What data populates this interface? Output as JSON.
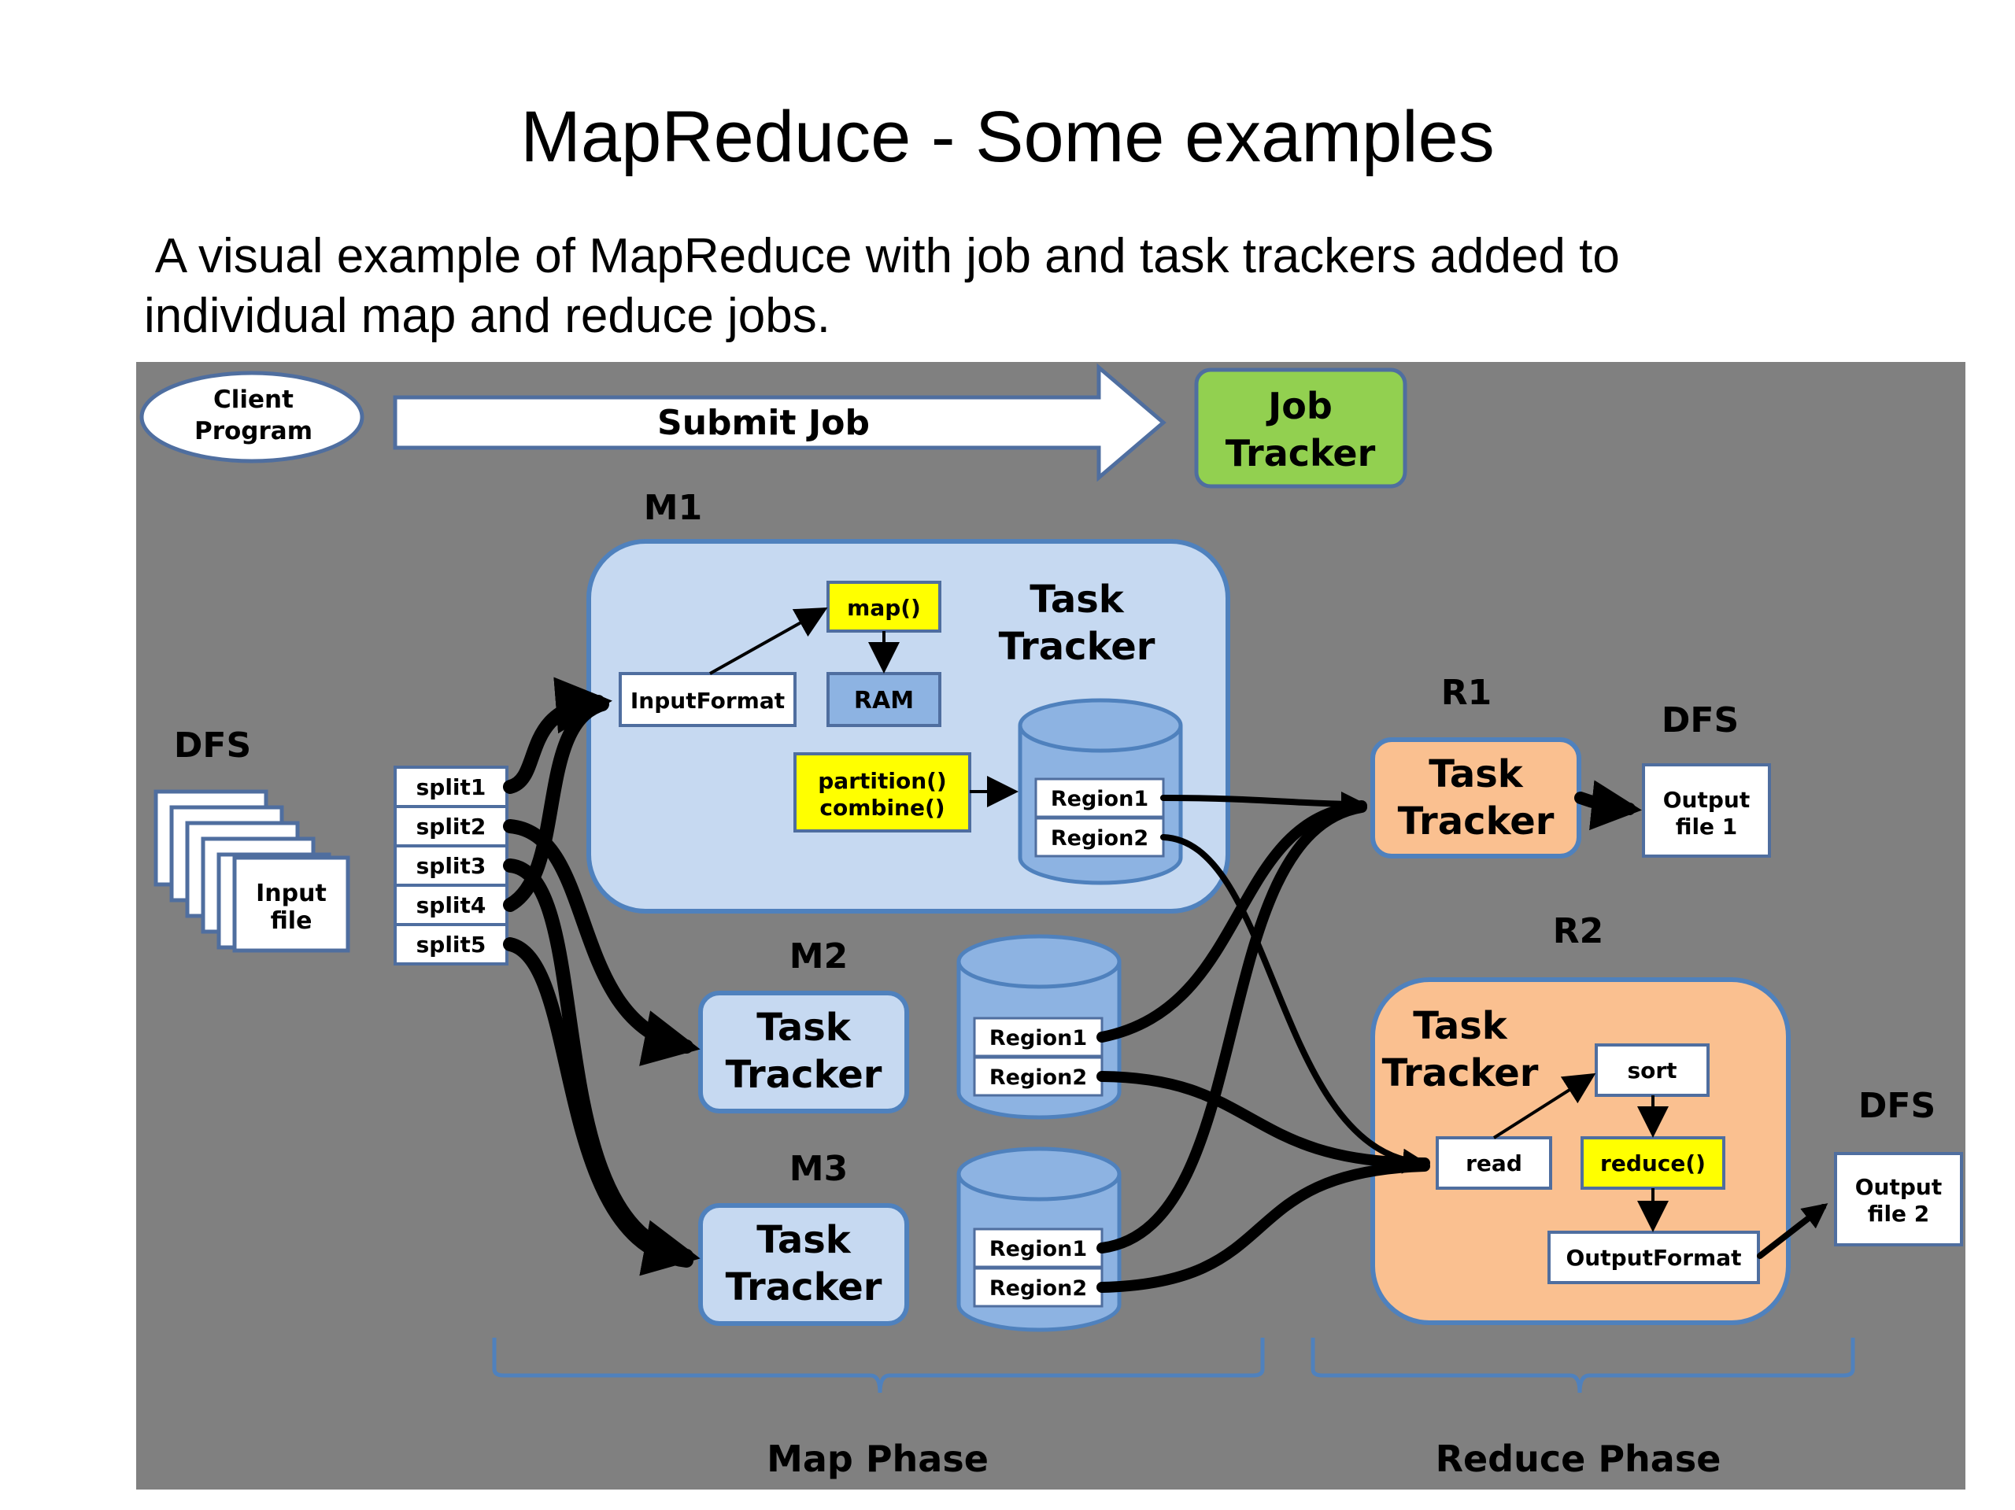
{
  "slide": {
    "title": "MapReduce - Some examples",
    "subtitle_line1": " A visual example of MapReduce with job and task trackers added to",
    "subtitle_line2": "individual map and reduce jobs."
  },
  "diagram": {
    "colors": {
      "background": "#808080",
      "task_tracker_blue": "#c6d9f1",
      "task_tracker_orange": "#fac090",
      "job_tracker_green": "#92d050",
      "function_yellow": "#ffff00",
      "ram_blue": "#8db3e2",
      "cylinder_blue": "#8db3e2",
      "white": "#ffffff",
      "bracket_blue": "#4f81bd"
    },
    "client_program": [
      "Client",
      "Program"
    ],
    "submit_job": "Submit Job",
    "job_tracker": [
      "Job",
      "Tracker"
    ],
    "dfs_left": "DFS",
    "input_file": [
      "Input",
      "file"
    ],
    "splits": [
      "split1",
      "split2",
      "split3",
      "split4",
      "split5"
    ],
    "m1": {
      "label": "M1",
      "task_tracker": [
        "Task",
        "Tracker"
      ],
      "input_format": "InputFormat",
      "map_fn": "map()",
      "ram": "RAM",
      "partition_fn": "partition()",
      "combine_fn": "combine()",
      "region1": "Region1",
      "region2": "Region2"
    },
    "m2": {
      "label": "M2",
      "task_tracker": [
        "Task",
        "Tracker"
      ],
      "region1": "Region1",
      "region2": "Region2"
    },
    "m3": {
      "label": "M3",
      "task_tracker": [
        "Task",
        "Tracker"
      ],
      "region1": "Region1",
      "region2": "Region2"
    },
    "r1": {
      "label": "R1",
      "task_tracker": [
        "Task",
        "Tracker"
      ],
      "dfs": "DFS",
      "output": [
        "Output",
        "file 1"
      ]
    },
    "r2": {
      "label": "R2",
      "task_tracker": [
        "Task",
        "Tracker"
      ],
      "read": "read",
      "sort": "sort",
      "reduce_fn": "reduce()",
      "output_format": "OutputFormat",
      "dfs": "DFS",
      "output": [
        "Output",
        "file 2"
      ]
    },
    "map_phase": "Map Phase",
    "reduce_phase": "Reduce Phase"
  }
}
